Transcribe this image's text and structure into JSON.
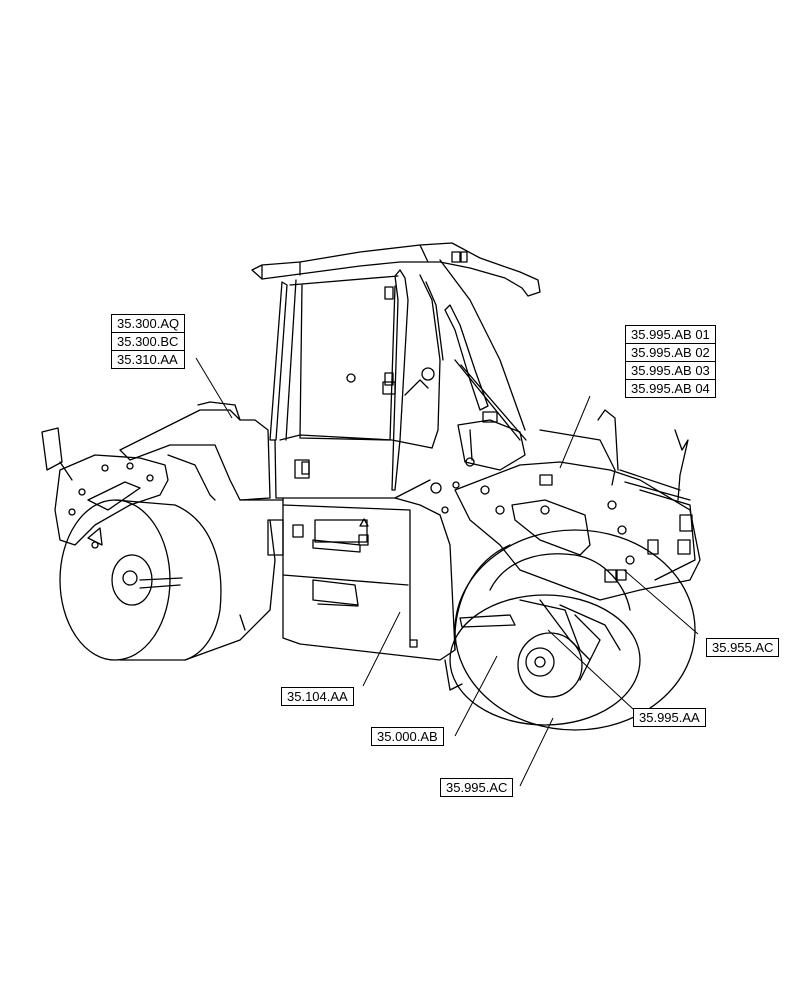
{
  "callouts": {
    "left_stack": [
      "35.300.AQ",
      "35.300.BC",
      "35.310.AA"
    ],
    "right_stack": [
      "35.995.AB 01",
      "35.995.AB 02",
      "35.995.AB 03",
      "35.995.AB 04"
    ],
    "r_955_ac": "35.955.AC",
    "r_104_aa": "35.104.AA",
    "r_995_aa": "35.995.AA",
    "r_000_ab": "35.000.AB",
    "r_995_ac": "35.995.AC"
  }
}
